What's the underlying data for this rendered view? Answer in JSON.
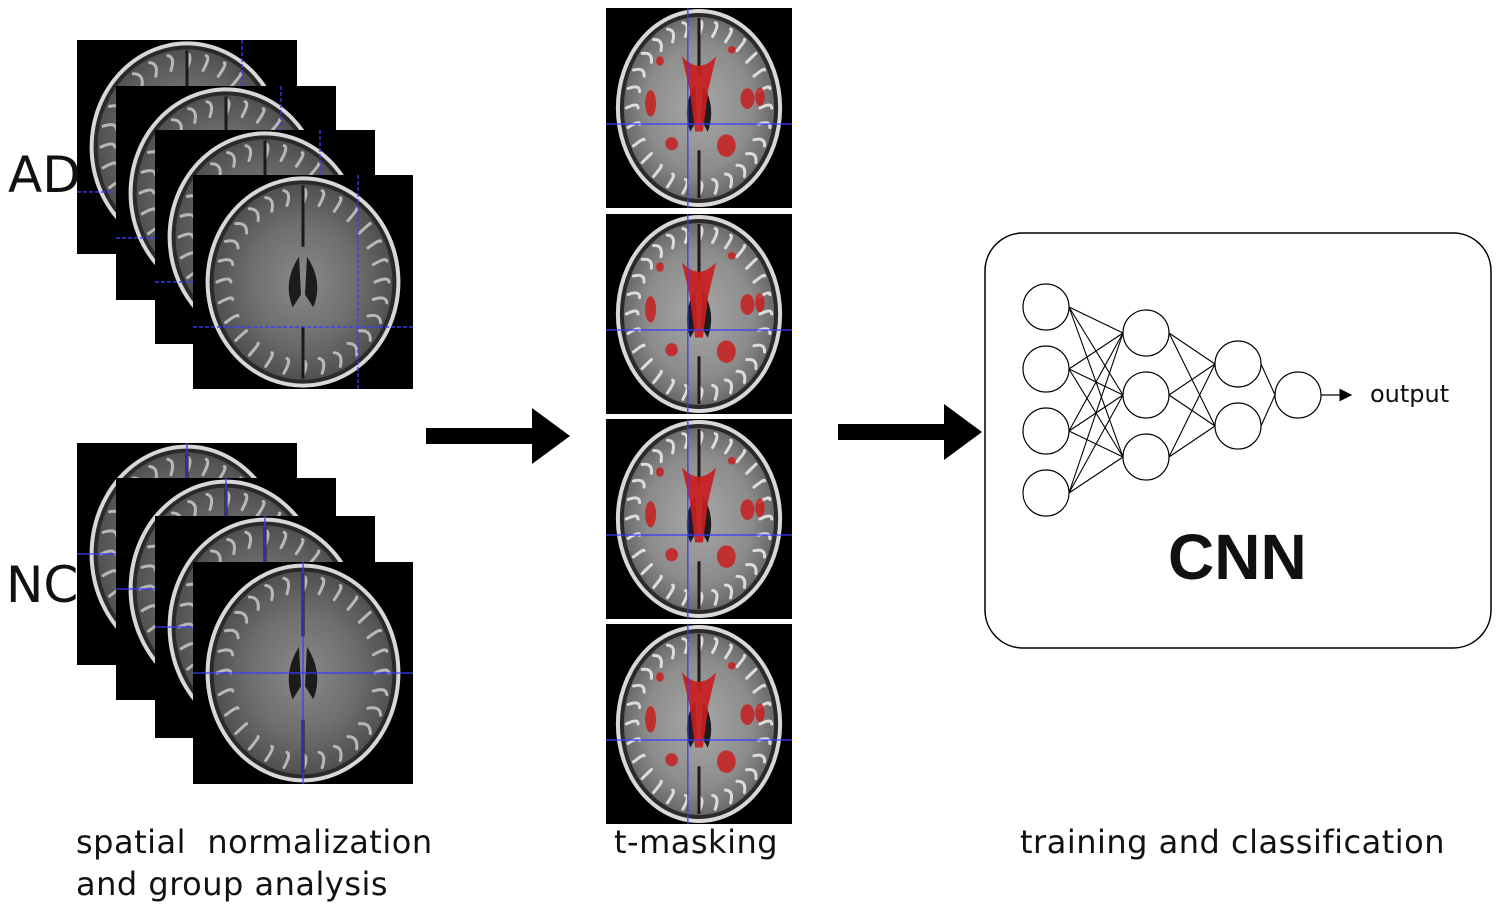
{
  "groups": [
    {
      "label": "AD"
    },
    {
      "label": "NC"
    }
  ],
  "captions": {
    "stage1_line1": "spatial  normalization",
    "stage1_line2": "and group analysis",
    "stage2": "t-masking",
    "stage3": "training and classification"
  },
  "cnn": {
    "title": "CNN",
    "output_label": "output",
    "layers": [
      4,
      3,
      2,
      1
    ]
  },
  "colors": {
    "mask_red": "#c81e1e",
    "crosshair_blue": "#3a3aff",
    "slice_background": "#000000",
    "arrow": "#000000"
  }
}
